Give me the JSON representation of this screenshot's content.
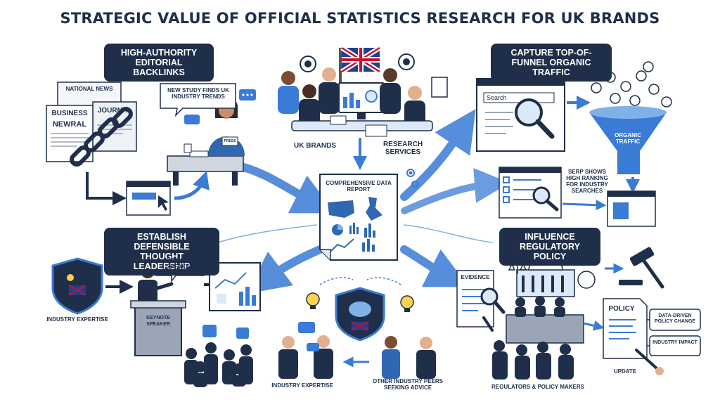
{
  "title": "STRATEGIC VALUE OF OFFICIAL STATISTICS RESEARCH FOR UK BRANDS",
  "sections": {
    "backlinks": "HIGH-AUTHORITY EDITORIAL BACKLINKS",
    "traffic": "CAPTURE TOP-OF-FUNNEL ORGANIC TRAFFIC",
    "leadership": "ESTABLISH DEFENSIBLE THOUGHT LEADERSHIP",
    "policy": "INFLUENCE REGULATORY POLICY"
  },
  "center": {
    "report": "COMPREHENSIVE DATA REPORT",
    "uk_brands": "UK BRANDS",
    "research_services": "RESEARCH SERVICES"
  },
  "backlinks": {
    "national_news": "NATIONAL NEWS",
    "business": "BUSINESS",
    "journal": "JOURNAL",
    "newral": "NEWRAL",
    "bubble": "NEW STUDY FINDS UK INDUSTRY TRENDS",
    "press": "PRESS"
  },
  "traffic": {
    "search": "Search",
    "organic": "ORGANIC TRAFFIC",
    "serp": "SERP SHOWS HIGH RANKING FOR INDUSTRY SEARCHES"
  },
  "leadership": {
    "industry_expertise": "INDUSTRY EXPERTISE",
    "keynote": "KEYNOTE SPEAKER",
    "podium": "KEYNOTE SPEAKER",
    "industry_expertise_bottom": "INDUSTRY EXPERTISE",
    "peers": "OTHER INDUSTRY PEERS SEEKING ADVICE"
  },
  "policy": {
    "evidence": "EVIDENCE",
    "policy": "POLICY",
    "data_driven": "DATA-DRIVEN POLICY CHANGE",
    "industry_impact": "INDUSTRY IMPACT",
    "update": "UPDATE",
    "regulators": "REGULATORS & POLICY MAKERS"
  },
  "colors": {
    "navy": "#1f2f4a",
    "accent": "#3a7bd5",
    "light": "#dbe9f8",
    "flag_red": "#c8102e"
  }
}
